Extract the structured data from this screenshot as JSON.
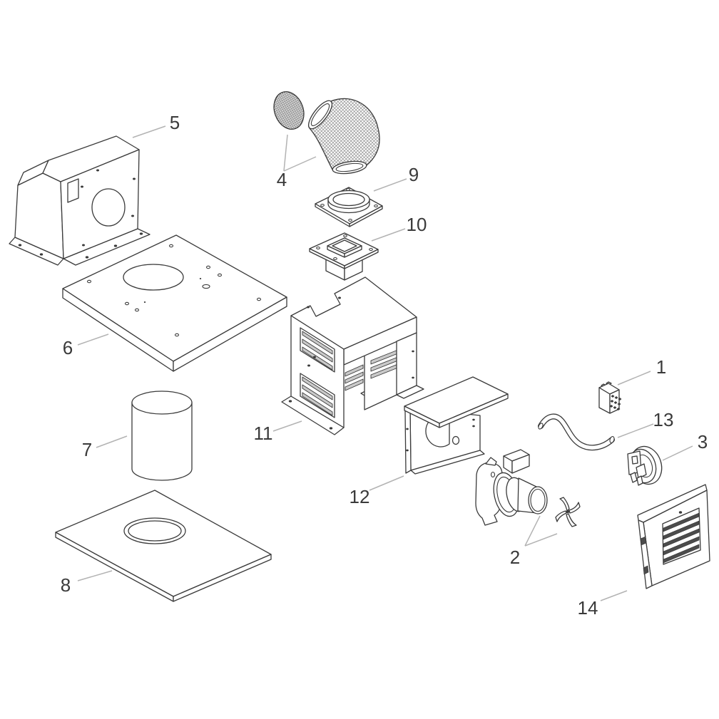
{
  "figure": {
    "type": "exploded-parts-diagram",
    "background_color": "#ffffff",
    "line_color": "#3a3a3a",
    "leader_line_color": "#b3b3b3",
    "part_labels": [
      "1",
      "2",
      "3",
      "4",
      "5",
      "6",
      "7",
      "8",
      "9",
      "10",
      "11",
      "12",
      "13",
      "14"
    ]
  }
}
